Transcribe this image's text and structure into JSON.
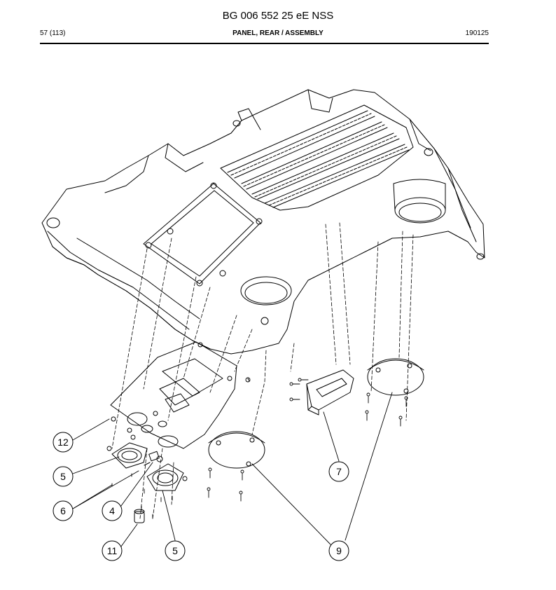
{
  "header": {
    "doc_title": "BG 006 552 25 eE NSS",
    "page": "57 (113)",
    "section": "PANEL, REAR / ASSEMBLY",
    "code": "190125"
  },
  "callouts": [
    "12",
    "5",
    "6",
    "4",
    "11",
    "5",
    "7",
    "9"
  ]
}
